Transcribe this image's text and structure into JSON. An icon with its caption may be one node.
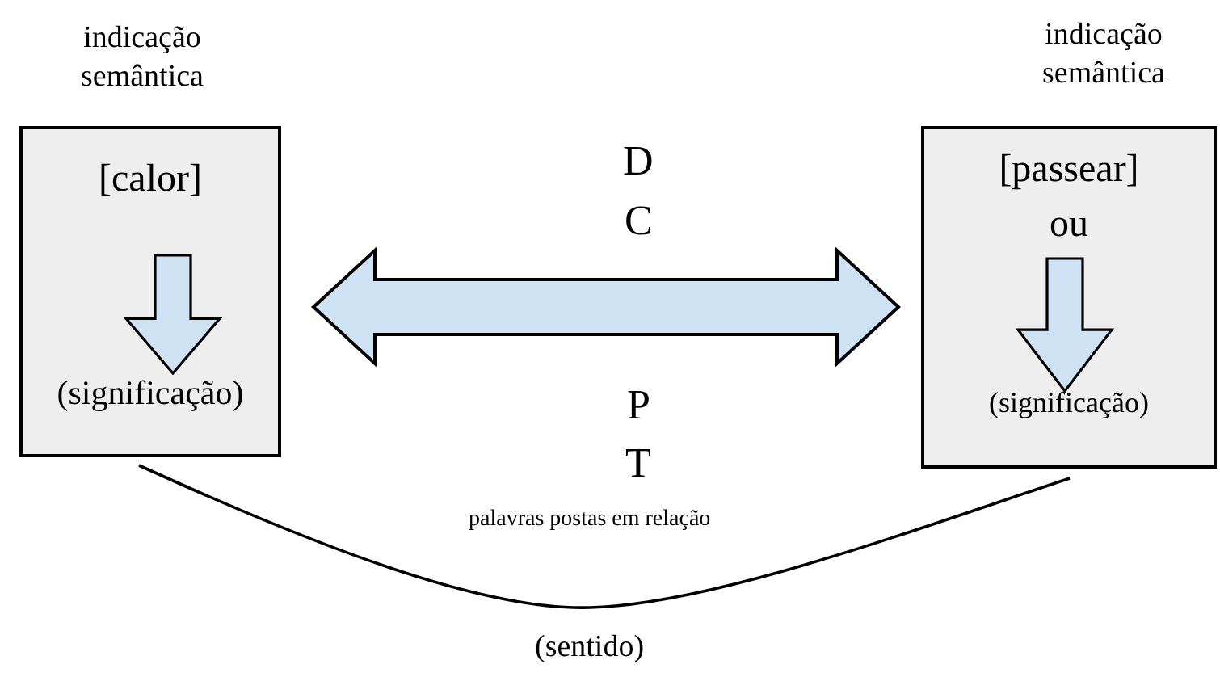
{
  "diagram": {
    "nodes": [
      {
        "text": [
          "[calor]",
          "(significação)"
        ],
        "beside": [
          "indicação semântica"
        ]
      },
      {
        "text": [
          "[passear]",
          "ou",
          "(significação)"
        ],
        "beside": [
          "indicação semântica"
        ]
      }
    ],
    "edges": [
      {
        "from": 0,
        "to": 1,
        "arrow": "both",
        "style": "thick"
      }
    ],
    "labels": [
      "D",
      "C",
      "P",
      "T",
      "palavras postas em relação",
      "(sentido)"
    ]
  }
}
